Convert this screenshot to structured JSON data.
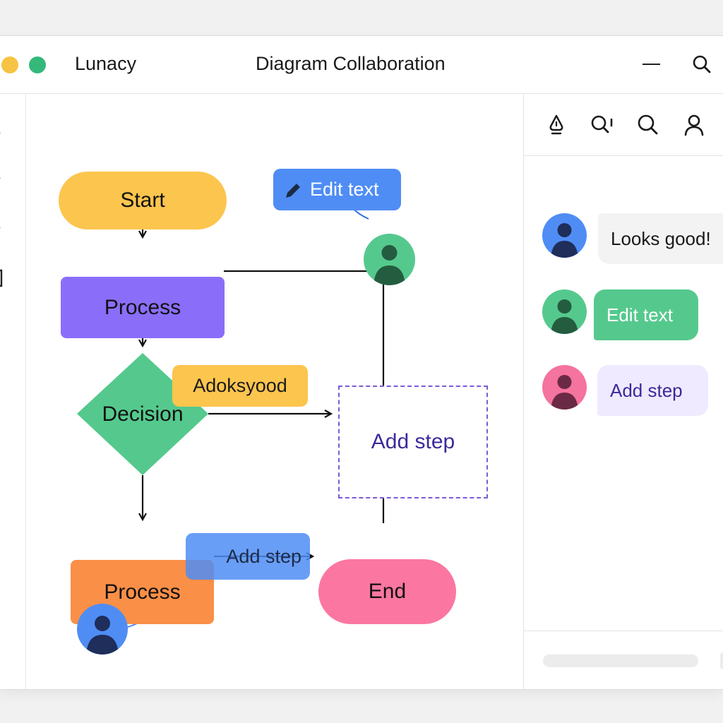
{
  "window": {
    "app_name": "Lunacy",
    "title": "Diagram Collaboration",
    "traffic_lights": [
      "#f6c344",
      "#34b97b"
    ]
  },
  "toolbar": {
    "icons": [
      "pen-tip-icon",
      "search-comment-icon",
      "search-icon",
      "user-icon"
    ]
  },
  "diagram": {
    "nodes": {
      "start": "Start",
      "process_1": "Process",
      "decision": "Decision",
      "process_2": "Process",
      "end": "End",
      "placeholder": "Add step"
    },
    "collab_labels": {
      "edit_text": "Edit text",
      "adoksyood": "Adoksyood",
      "add_step": "Add step"
    },
    "colors": {
      "start": "#fcc54e",
      "process_1": "#8a6ef9",
      "decision": "#55c98d",
      "process_2": "#fa8f47",
      "end": "#fb77a1",
      "placeholder_border": "#7a5cd6",
      "collab_blue": "#4f8df5",
      "collab_yellow": "#fcc54e"
    }
  },
  "comments": [
    {
      "text": "Looks good!",
      "avatar_color": "#4f8df5"
    },
    {
      "text": "Edit text",
      "avatar_color": "#55c98d"
    },
    {
      "text": "Add step",
      "avatar_color": "#f5739f"
    }
  ]
}
